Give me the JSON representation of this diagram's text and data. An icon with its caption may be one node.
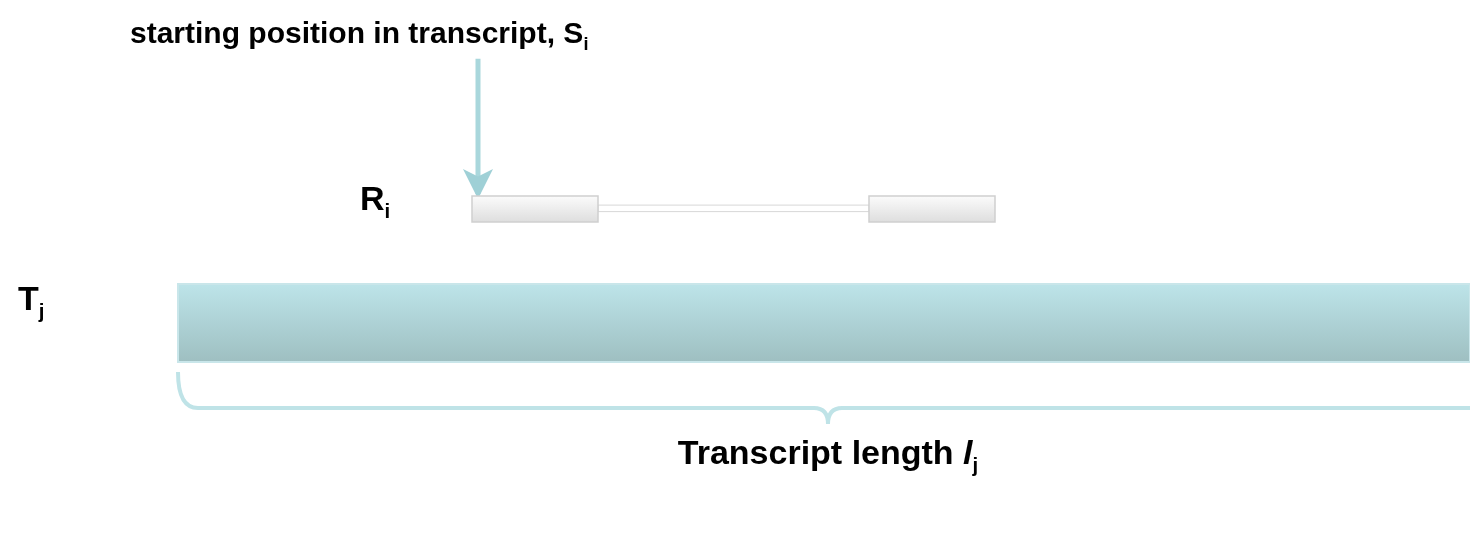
{
  "diagram": {
    "nodes": [
      {
        "text": [
          "starting position in transcript, S$_{i}$"
        ]
      },
      {
        "text": [],
        "shape": "bar",
        "beside": [
          "R$_{i}$"
        ]
      },
      {
        "text": [],
        "shape": "bar",
        "beside": [
          "T$_{j}$"
        ]
      }
    ],
    "edges": [
      {
        "from": 0,
        "to": 1,
        "arrow": "to"
      }
    ],
    "labels": [
      "Transcript length *l*$_{j}$"
    ]
  }
}
